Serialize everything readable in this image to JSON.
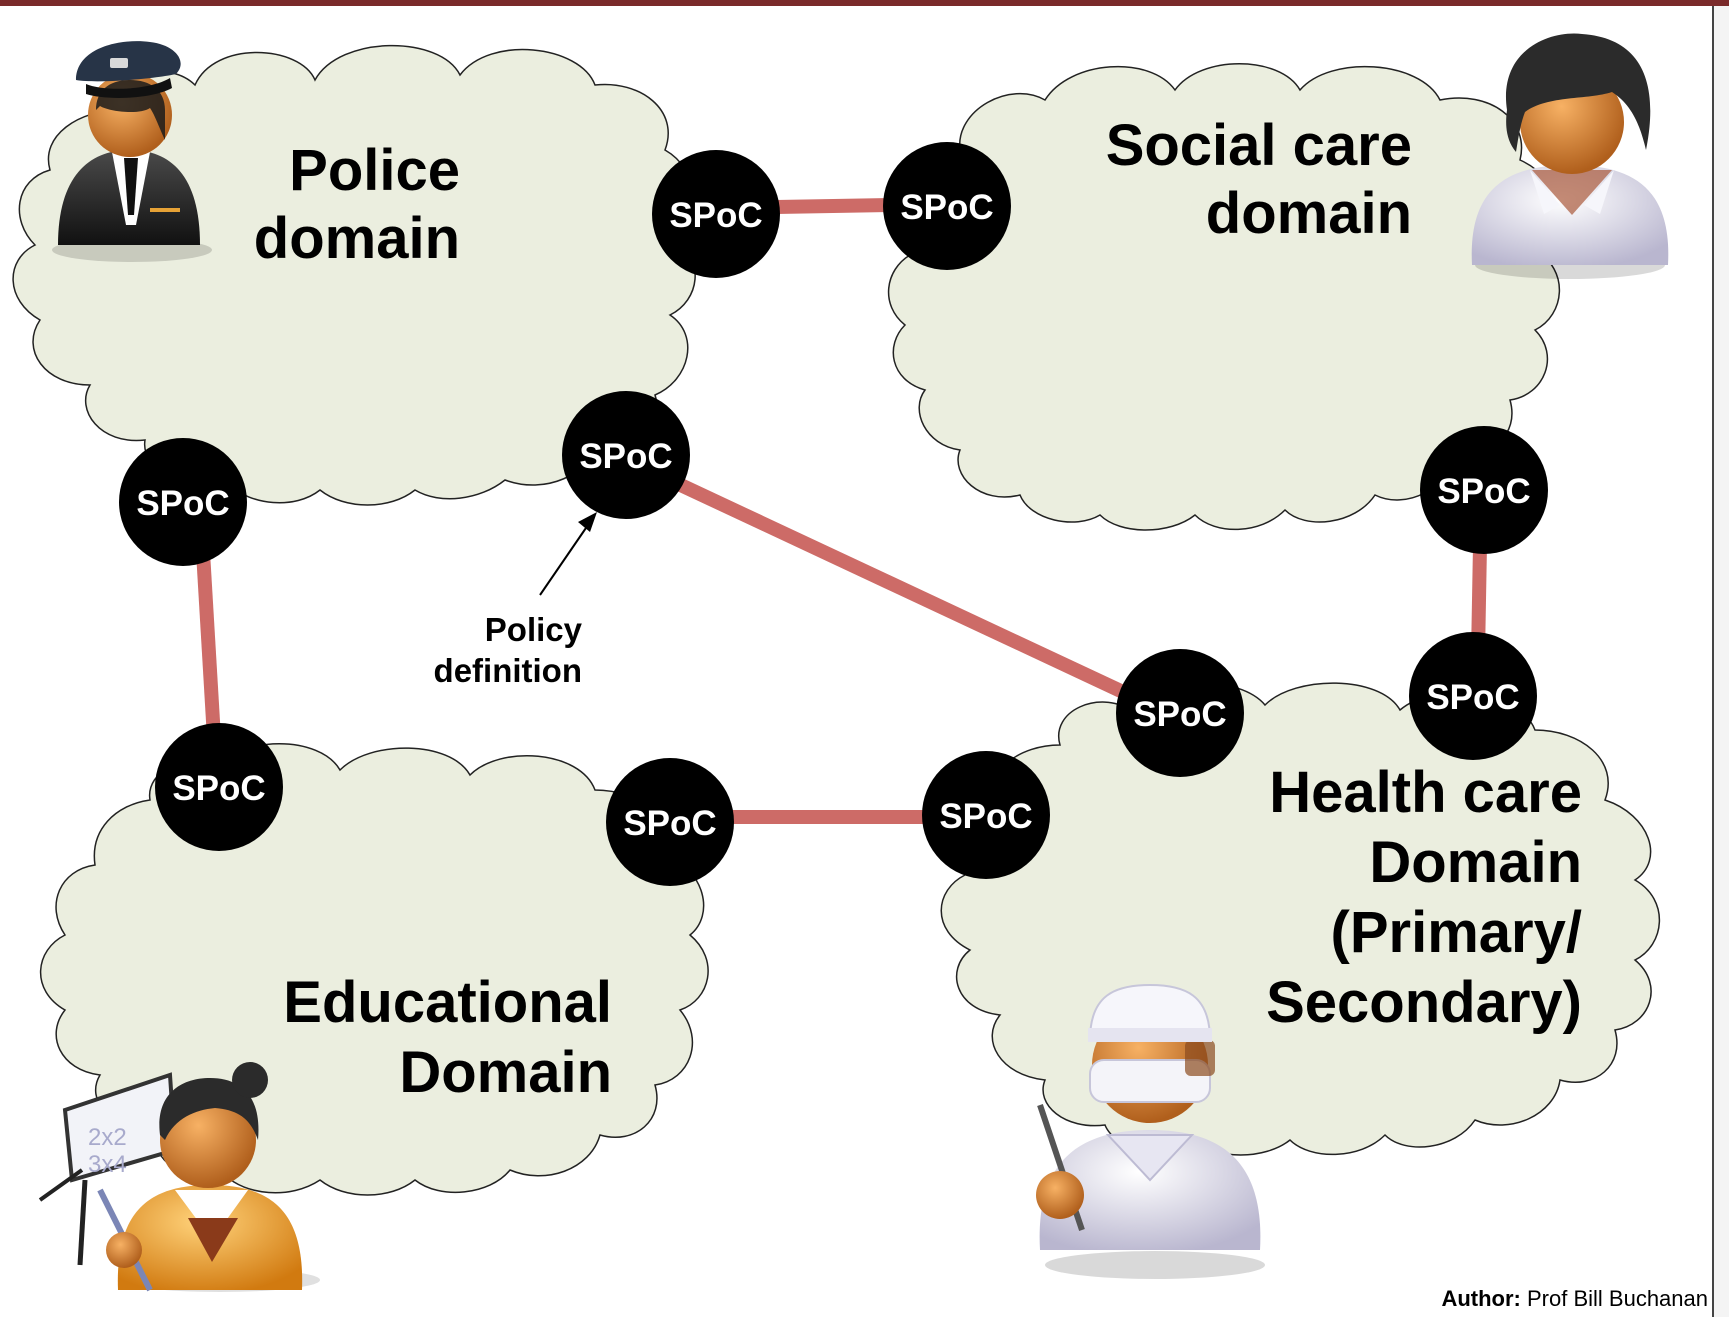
{
  "domains": {
    "police": {
      "title": [
        "Police",
        "domain"
      ]
    },
    "social": {
      "title": [
        "Social care",
        "domain"
      ]
    },
    "educational": {
      "title": [
        "Educational",
        "Domain"
      ]
    },
    "health": {
      "title": [
        "Health care",
        "Domain",
        "(Primary/",
        "Secondary)"
      ]
    }
  },
  "spoc": {
    "label": "SPoC"
  },
  "callout": {
    "lines": [
      "Policy",
      "definition"
    ]
  },
  "author": {
    "label": "Author:",
    "name": "Prof Bill Buchanan"
  },
  "colors": {
    "cloud": "#ebeedf",
    "link": "#cd6b67",
    "node": "#000000",
    "node_text": "#ffffff",
    "frame": "#7a2a2a"
  },
  "icons": [
    "police-officer-icon",
    "social-worker-icon",
    "teacher-icon",
    "surgeon-icon"
  ]
}
